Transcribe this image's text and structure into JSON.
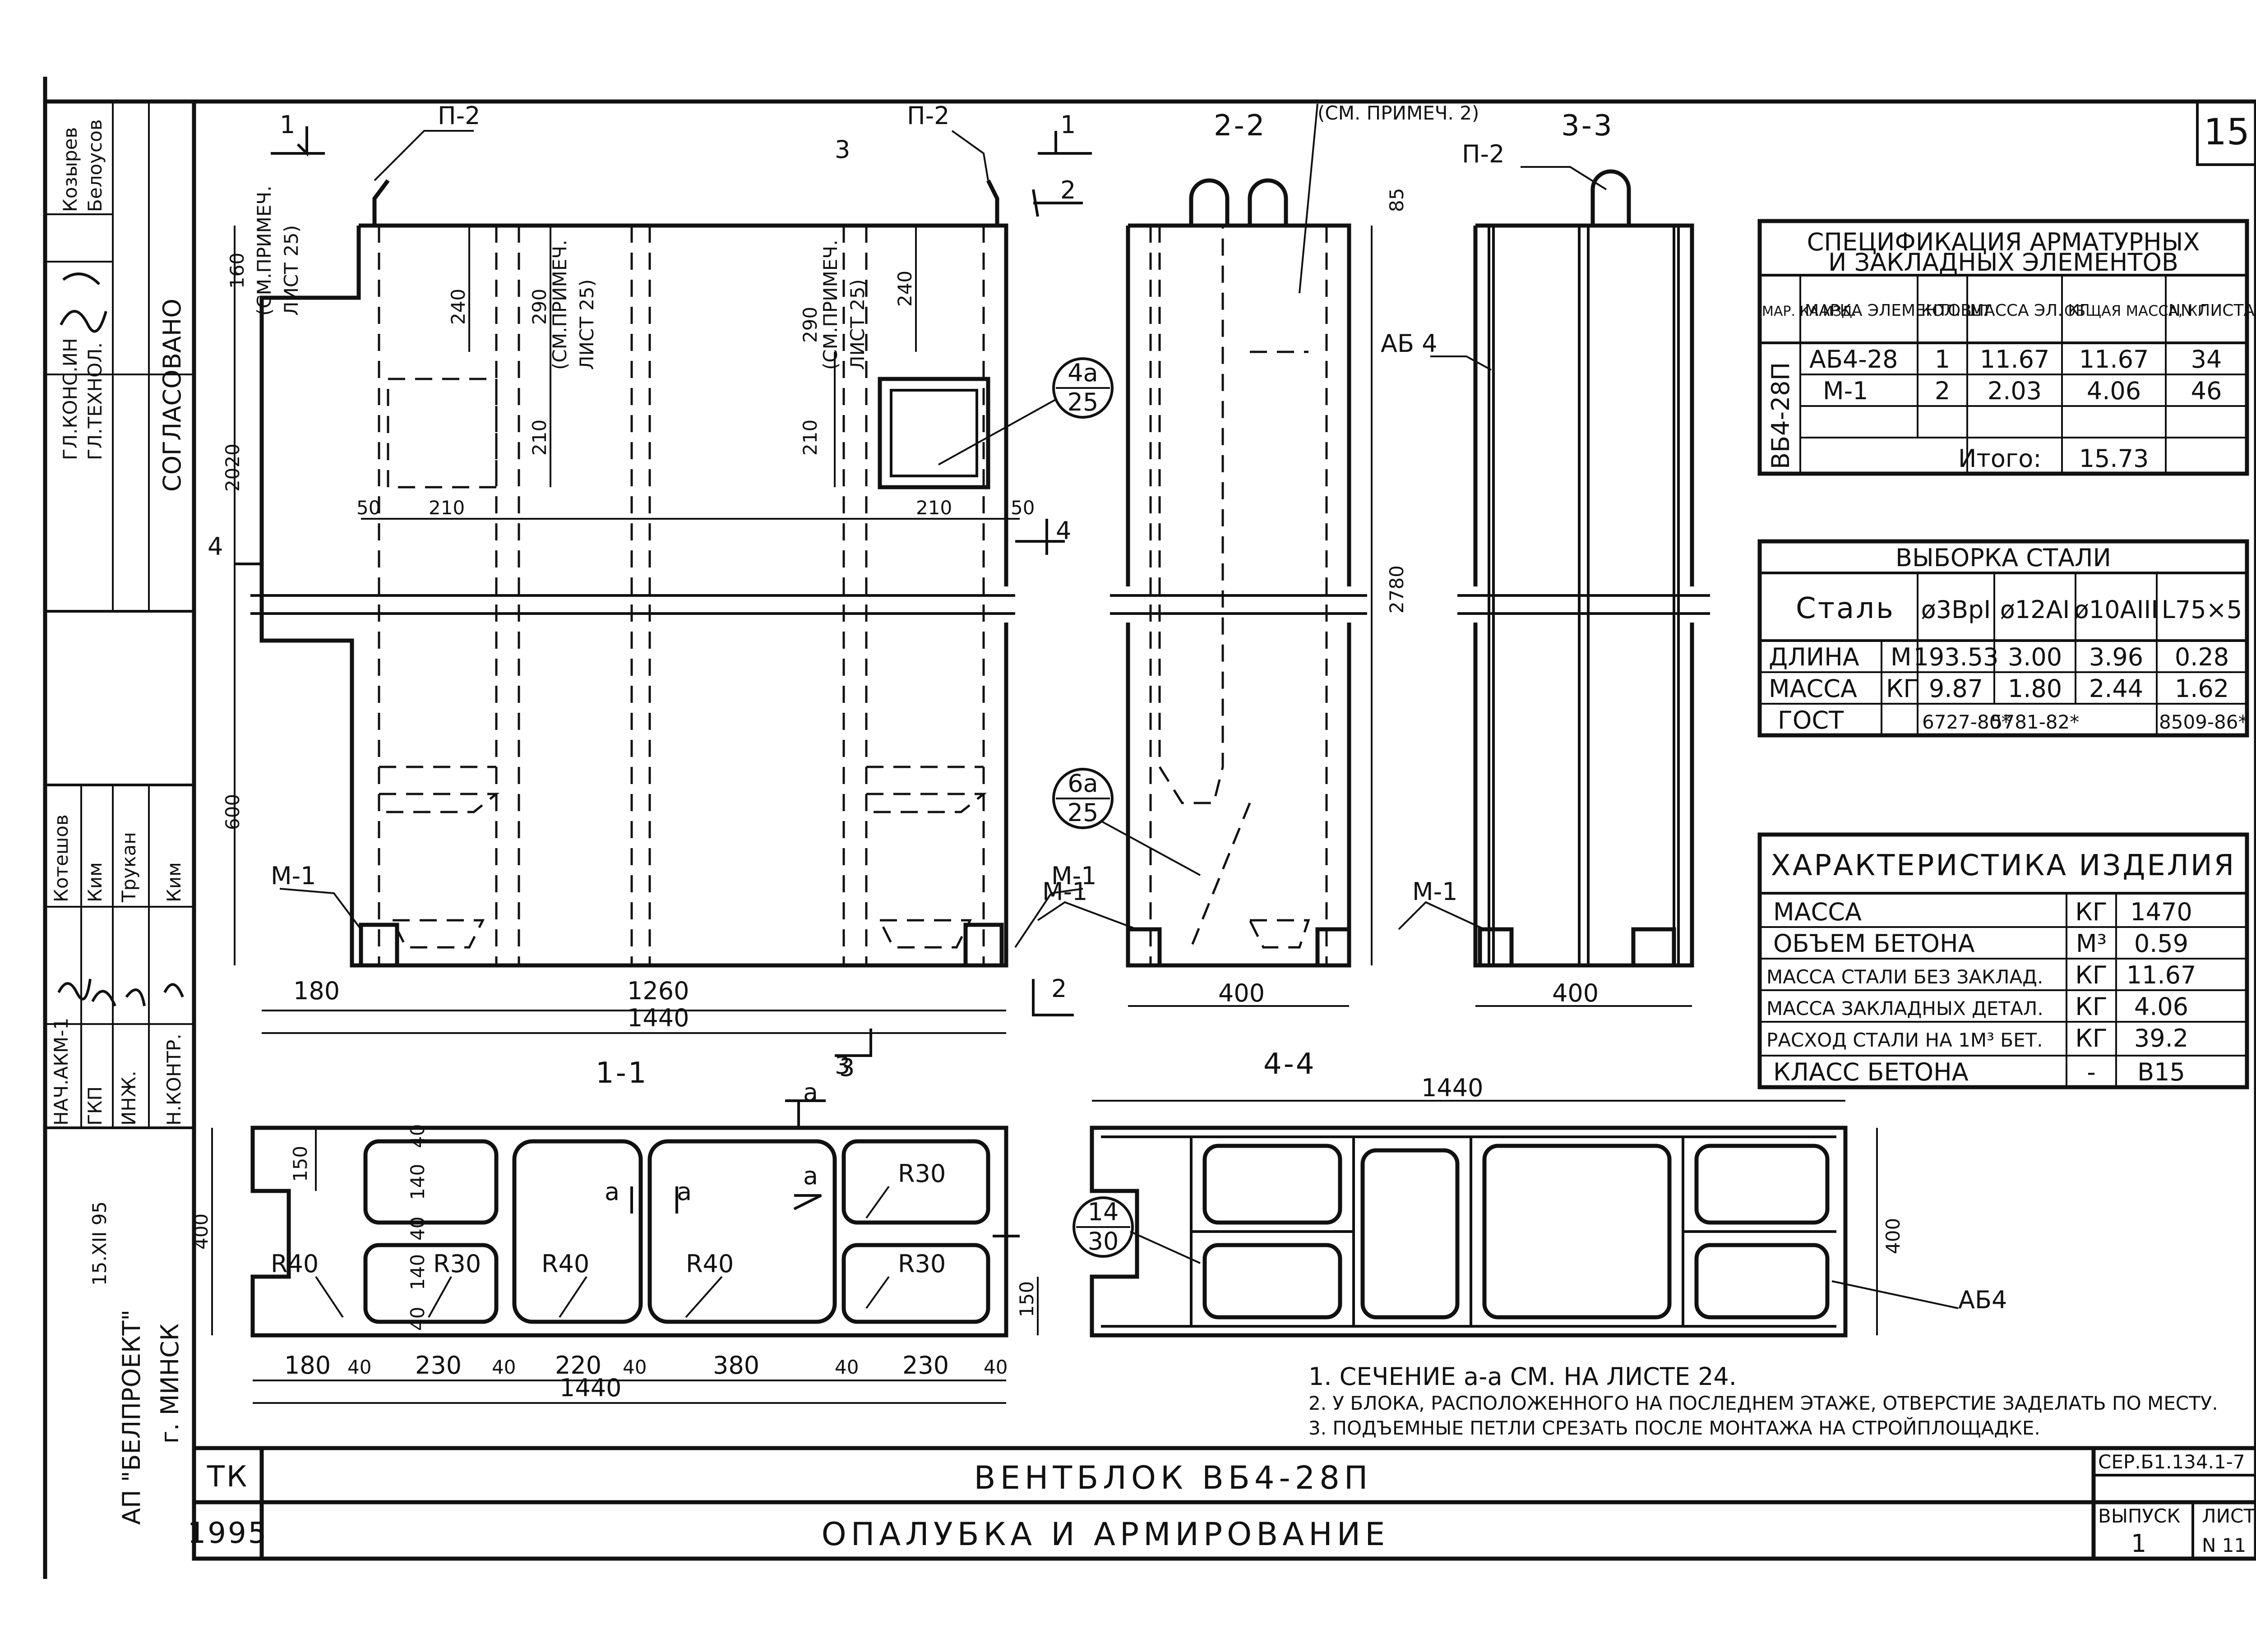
{
  "sheet_number": "15",
  "approval_block": {
    "title": "СОГЛАСОВАНО",
    "rows": [
      {
        "role": "ГЛ.КОНС.ИН",
        "name": "Козырев"
      },
      {
        "role": "ГЛ.ТЕХНОЛ.",
        "name": "Белоусов"
      }
    ]
  },
  "signature_block": {
    "rows": [
      {
        "role": "НАЧ.АКМ-1",
        "name": "Котешов"
      },
      {
        "role": "ГКП",
        "name": "Ким"
      },
      {
        "role": "ИНЖ.",
        "name": "Трукан"
      },
      {
        "role": "Н.КОНТР.",
        "name": "Ким"
      }
    ],
    "stamp_date": "15.XII 95",
    "organization": "АП \"БЕЛПРОЕКТ\"",
    "city": "г. МИНСК"
  },
  "views": {
    "v11": {
      "title": "1-1",
      "labels": {
        "p2_left": "П-2",
        "p2_right": "П-2",
        "cut1": "1",
        "cut2": "2",
        "cut3": "3",
        "cut4": "4",
        "note1": "(СМ.ПРИМЕЧ.",
        "note1b": "ЛИСТ 25)",
        "note2": "(СМ.ПРИМЕЧ.",
        "note2b": "ЛИСТ 25)",
        "note3": "(СМ.ПРИМЕЧ.",
        "note3b": "ЛИСТ 25)",
        "m1": "М-1",
        "callout_num": "4а",
        "callout_den": "25"
      },
      "dims": {
        "d160": "160",
        "d2020": "2020",
        "d600": "600",
        "d240a": "240",
        "d240b": "240",
        "d290a": "290",
        "d290b": "290",
        "d210a": "210",
        "d210b": "210",
        "d210c": "210",
        "d210d": "210",
        "d50a": "50",
        "d50b": "50",
        "d180": "180",
        "d1260": "1260",
        "d1440": "1440"
      }
    },
    "v22": {
      "title": "2-2",
      "note": "(СМ. ПРИМЕЧ. 2)",
      "m1": "М-1",
      "callout_num": "6а",
      "callout_den": "25",
      "dims": {
        "d85": "85",
        "d2780": "2780",
        "d400": "400"
      }
    },
    "v33": {
      "title": "3-3",
      "p2": "П-2",
      "ab4": "АБ 4",
      "m1": "М-1",
      "dims": {
        "d400": "400"
      }
    },
    "v44": {
      "title": "4-4",
      "labels": {
        "cut_a1": "а",
        "cut_a2": "а",
        "cut_a3": "а",
        "cut_3": "3",
        "cut_a_top": "а"
      },
      "radii": {
        "r40a": "R40",
        "r40b": "R40",
        "r40c": "R40",
        "r30a": "R30",
        "r30b": "R30",
        "r30c": "R30"
      },
      "dims": {
        "d400": "400",
        "d150a": "150",
        "d150b": "150",
        "d40a": "40",
        "d140a": "140",
        "d40b": "40",
        "d140b": "140",
        "d40c": "40",
        "b180": "180",
        "b40a": "40",
        "b230a": "230",
        "b40b": "40",
        "b220": "220",
        "b40c": "40",
        "b380": "380",
        "b40d": "40",
        "b230b": "230",
        "b40e": "40",
        "b1440": "1440"
      }
    },
    "plan": {
      "dim_top": "1440",
      "dim_side": "400",
      "callout_num": "14",
      "callout_den": "30",
      "ab4": "АБ4"
    }
  },
  "spec_table": {
    "title_line1": "СПЕЦИФИКАЦИЯ АРМАТУРНЫХ",
    "title_line2": "И ЗАКЛАДНЫХ ЭЛЕМЕНТОВ",
    "headers": [
      "МАР. КА ИЗД.",
      "МАРКА ЭЛЕМЕНТОВ",
      "КОЛ. ШТ.",
      "МАССА ЭЛ. КГ",
      "ОБЩАЯ МАССА, КГ",
      "NN ЛИСТА"
    ],
    "product": "ВБ4-28П",
    "rows": [
      [
        "АБ4-28",
        "1",
        "11.67",
        "11.67",
        "34"
      ],
      [
        "М-1",
        "2",
        "2.03",
        "4.06",
        "46"
      ]
    ],
    "total_label": "Итого:",
    "total_value": "15.73"
  },
  "steel_table": {
    "title": "ВЫБОРКА СТАЛИ",
    "col0": "Сталь",
    "cols": [
      "ø3ВрI",
      "ø12АI",
      "ø10АIII",
      "L75×5"
    ],
    "rows": [
      {
        "name": "ДЛИНА",
        "unit": "М",
        "values": [
          "193.53",
          "3.00",
          "3.96",
          "0.28"
        ]
      },
      {
        "name": "МАССА",
        "unit": "КГ",
        "values": [
          "9.87",
          "1.80",
          "2.44",
          "1.62"
        ]
      }
    ],
    "gost_label": "ГОСТ",
    "gost": [
      "6727-80*",
      "5781-82*",
      "8509-86*"
    ]
  },
  "char_table": {
    "title": "ХАРАКТЕРИСТИКА ИЗДЕЛИЯ",
    "rows": [
      [
        "МАССА",
        "КГ",
        "1470"
      ],
      [
        "ОБЪЕМ БЕТОНА",
        "М³",
        "0.59"
      ],
      [
        "МАССА СТАЛИ БЕЗ ЗАКЛАД.",
        "КГ",
        "11.67"
      ],
      [
        "МАССА ЗАКЛАДНЫХ ДЕТАЛ.",
        "КГ",
        "4.06"
      ],
      [
        "РАСХОД СТАЛИ НА 1М³ БЕТ.",
        "КГ",
        "39.2"
      ],
      [
        "КЛАСС БЕТОНА",
        "-",
        "В15"
      ]
    ]
  },
  "notes": [
    "1. СЕЧЕНИЕ а-а СМ. НА ЛИСТЕ 24.",
    "2. У БЛОКА, РАСПОЛОЖЕННОГО НА ПОСЛЕДНЕМ ЭТАЖЕ, ОТВЕРСТИЕ ЗАДЕЛАТЬ ПО МЕСТУ.",
    "3. ПОДЪЕМНЫЕ ПЕТЛИ СРЕЗАТЬ ПОСЛЕ МОНТАЖА НА СТРОЙПЛОЩАДКЕ."
  ],
  "title_block": {
    "code": "ТК",
    "year": "1995",
    "title": "ВЕНТБЛОК ВБ4-28П",
    "subtitle": "ОПАЛУБКА И АРМИРОВАНИЕ",
    "series": "СЕР.Б1.134.1-7",
    "issue_label": "ВЫПУСК",
    "issue": "1",
    "sheet_label": "ЛИСТ",
    "sheet": "N 11"
  }
}
